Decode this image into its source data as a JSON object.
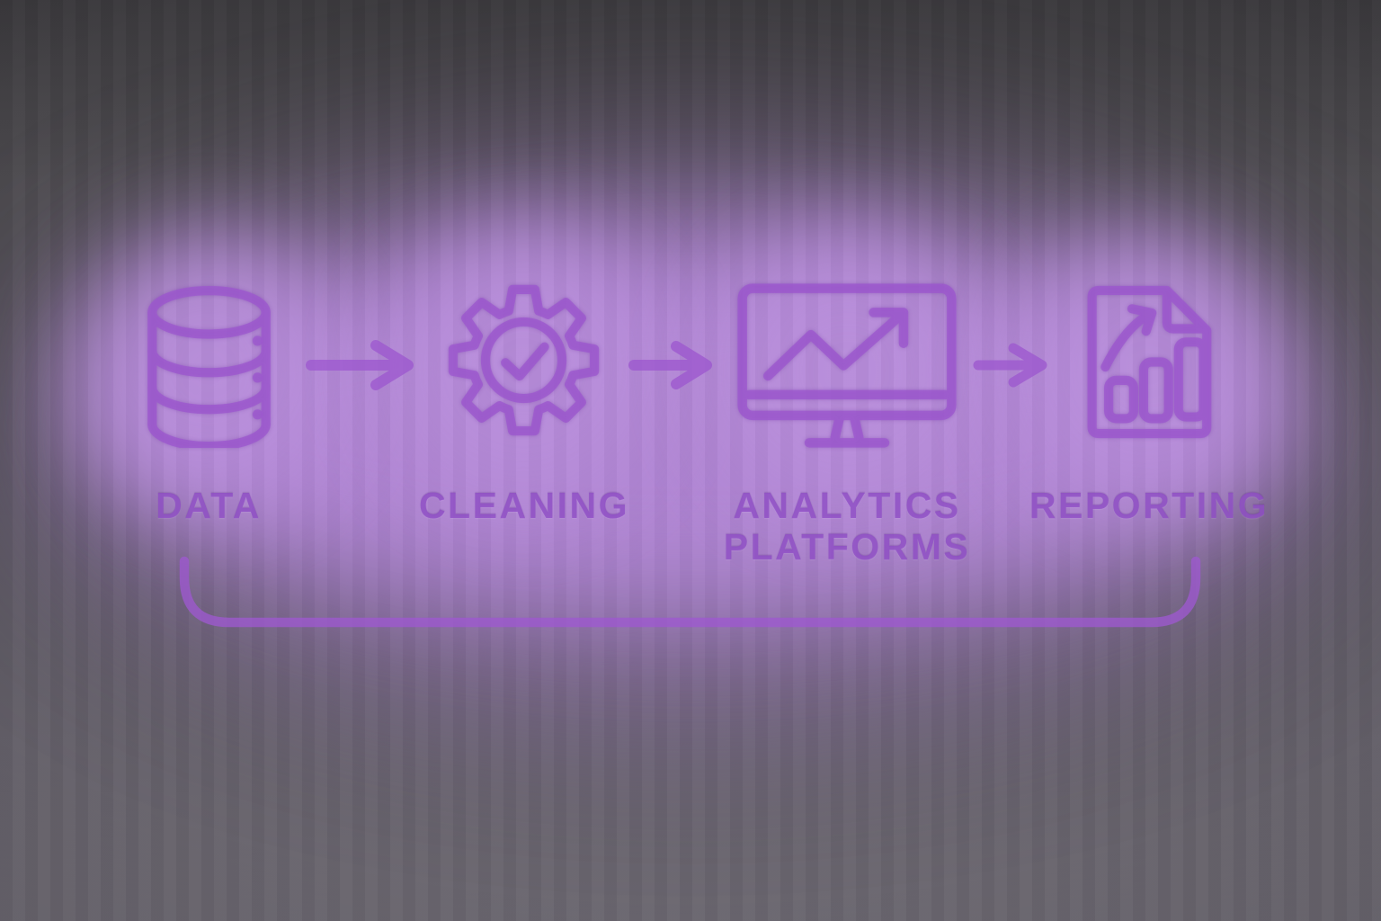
{
  "diagram": {
    "steps": [
      {
        "id": "data",
        "label": "DATA",
        "icon": "database-icon"
      },
      {
        "id": "cleaning",
        "label": "CLEANING",
        "icon": "gear-check-icon"
      },
      {
        "id": "analytics",
        "label": "ANALYTICS PLATFORMS",
        "icon": "monitor-chart-icon"
      },
      {
        "id": "reporting",
        "label": "REPORTING",
        "icon": "document-chart-icon"
      }
    ],
    "arrows": [
      "→",
      "→",
      "→"
    ],
    "feedback_loop_connector": true
  },
  "colors": {
    "background_top": "#474549",
    "background_bottom": "#6b6770",
    "glow": "#b286d6",
    "stroke": "#9d58cf",
    "label": "#8d49c6"
  }
}
